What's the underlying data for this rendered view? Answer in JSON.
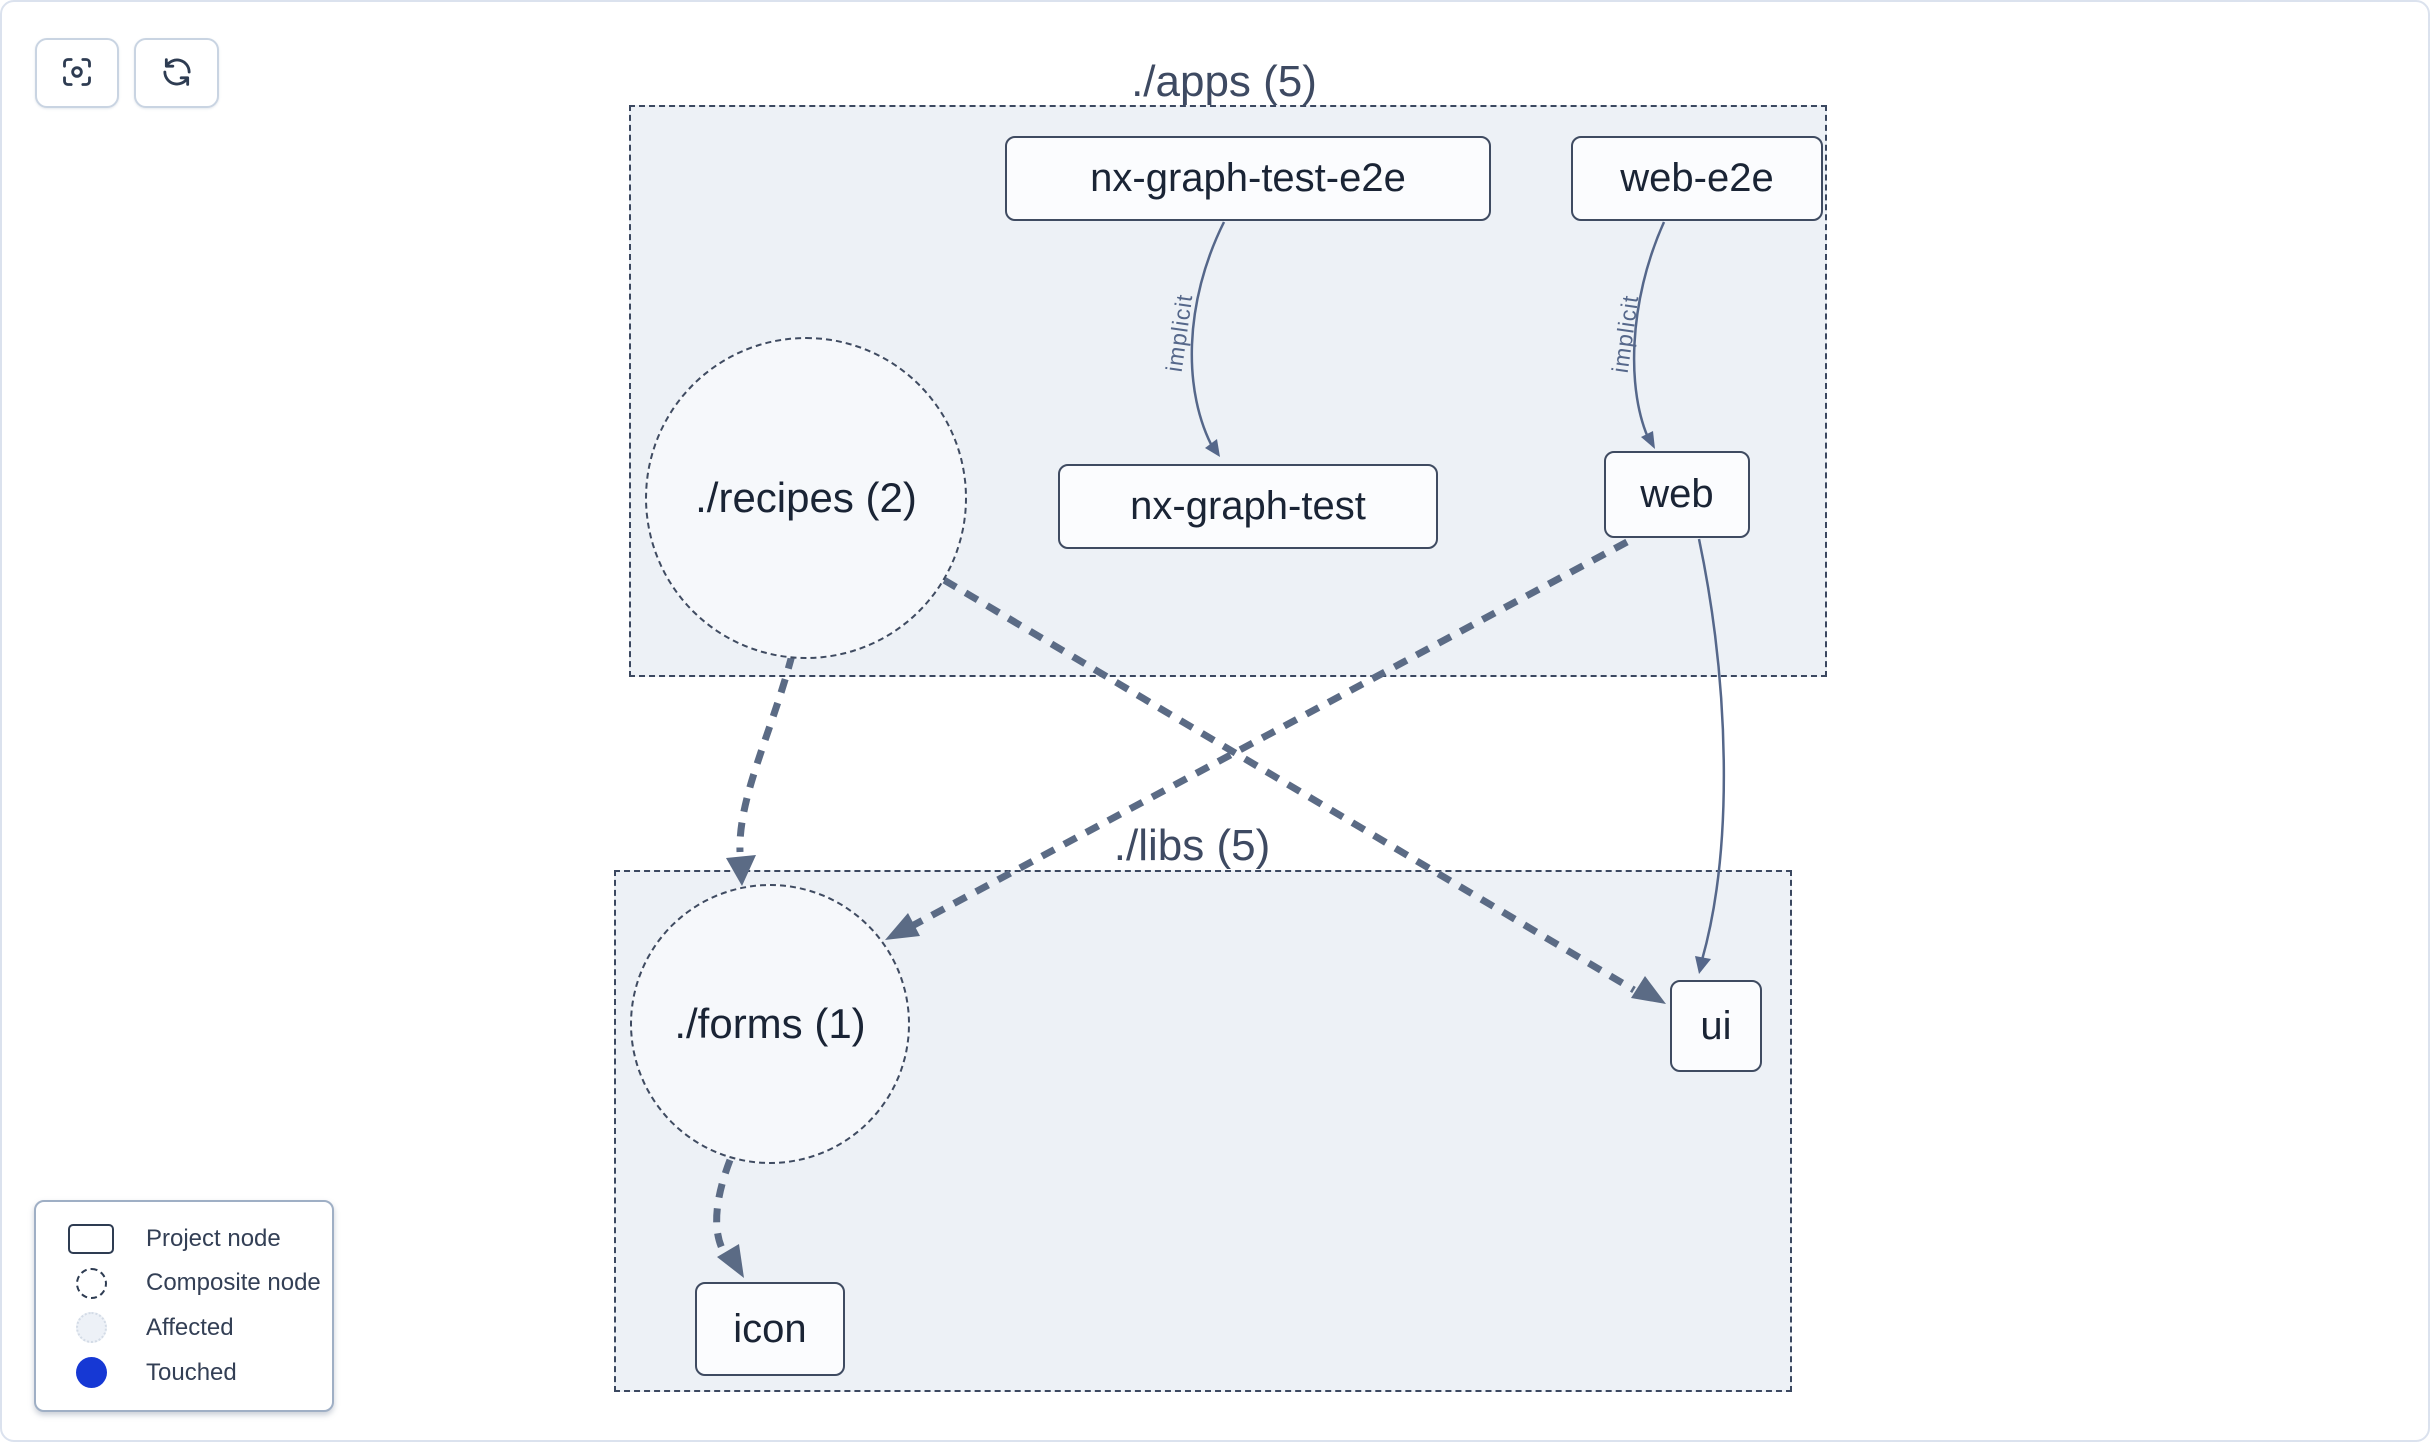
{
  "toolbar": {
    "focus_button": {
      "icon": "focus-icon"
    },
    "refresh_button": {
      "icon": "refresh-icon"
    }
  },
  "graph": {
    "groups": [
      {
        "id": "apps",
        "label": "./apps (5)"
      },
      {
        "id": "libs",
        "label": "./libs (5)"
      }
    ],
    "composite_nodes": [
      {
        "id": "recipes",
        "label": "./recipes (2)"
      },
      {
        "id": "forms",
        "label": "./forms (1)"
      }
    ],
    "project_nodes": [
      {
        "id": "nx-graph-test-e2e",
        "label": "nx-graph-test-e2e",
        "group": "apps"
      },
      {
        "id": "web-e2e",
        "label": "web-e2e",
        "group": "apps"
      },
      {
        "id": "nx-graph-test",
        "label": "nx-graph-test",
        "group": "apps"
      },
      {
        "id": "web",
        "label": "web",
        "group": "apps"
      },
      {
        "id": "ui",
        "label": "ui",
        "group": "libs"
      },
      {
        "id": "icon",
        "label": "icon",
        "group": "libs"
      }
    ],
    "edges": [
      {
        "from": "nx-graph-test-e2e",
        "to": "nx-graph-test",
        "label": "implicit",
        "style": "solid-thin"
      },
      {
        "from": "web-e2e",
        "to": "web",
        "label": "implicit",
        "style": "solid-thin"
      },
      {
        "from": "./recipes (2)",
        "to": "./forms (1)",
        "label": "",
        "style": "thick-dashed"
      },
      {
        "from": "./recipes (2)",
        "to": "ui",
        "label": "",
        "style": "thick-dashed"
      },
      {
        "from": "web",
        "to": "./forms (1)",
        "label": "",
        "style": "thick-dashed"
      },
      {
        "from": "web",
        "to": "ui",
        "label": "",
        "style": "solid-thin"
      },
      {
        "from": "./forms (1)",
        "to": "icon",
        "label": "",
        "style": "thick-dashed"
      }
    ]
  },
  "legend": {
    "items": [
      {
        "swatch": "project-node",
        "label": "Project node"
      },
      {
        "swatch": "composite-node",
        "label": "Composite node"
      },
      {
        "swatch": "affected",
        "label": "Affected"
      },
      {
        "swatch": "touched",
        "label": "Touched"
      }
    ]
  },
  "colors": {
    "group_background": "#edf1f6",
    "group_border": "#3b4860",
    "node_background": "#fbfcfe",
    "node_border": "#3f4b61",
    "node_text": "#1a2435",
    "edge": "#5b6b85",
    "group_label_text": "#3e4a62",
    "legend_text": "#333f55",
    "touched_blue": "#1638d4",
    "affected_fill": "#edf1f7",
    "affected_border": "#d3dbe6",
    "page_border": "#dbe2ee"
  }
}
